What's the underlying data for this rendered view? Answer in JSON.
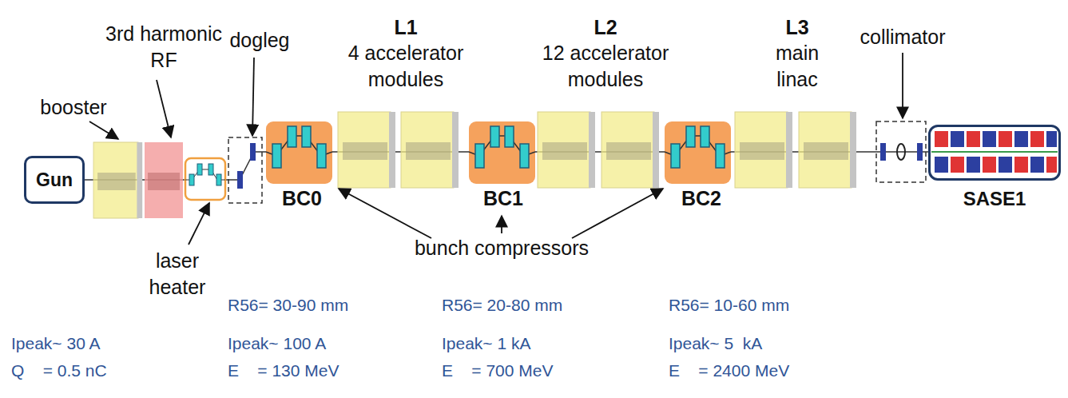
{
  "diagram": {
    "nodes": [
      {
        "text": [
          "Gun"
        ]
      },
      {
        "text": [
          "SASE1"
        ]
      }
    ],
    "labels": [
      "booster",
      "3rd harmonic RF",
      "dogleg",
      "L1",
      "4 accelerator modules",
      "L2",
      "12 accelerator modules",
      "L3",
      "main linac",
      "collimator",
      "laser heater",
      "BC0",
      "BC1",
      "BC2",
      "bunch compressors",
      "R56= 30-90 mm",
      "R56= 20-80 mm",
      "R56= 10-60 mm",
      "Ipeak~ 30 A",
      "Q    = 0.5 nC",
      "Ipeak~ 100 A",
      "E    = 130 MeV",
      "Ipeak~ 1 kA",
      "E    = 700 MeV",
      "Ipeak~ 5  kA",
      "E    = 2400 MeV"
    ]
  }
}
